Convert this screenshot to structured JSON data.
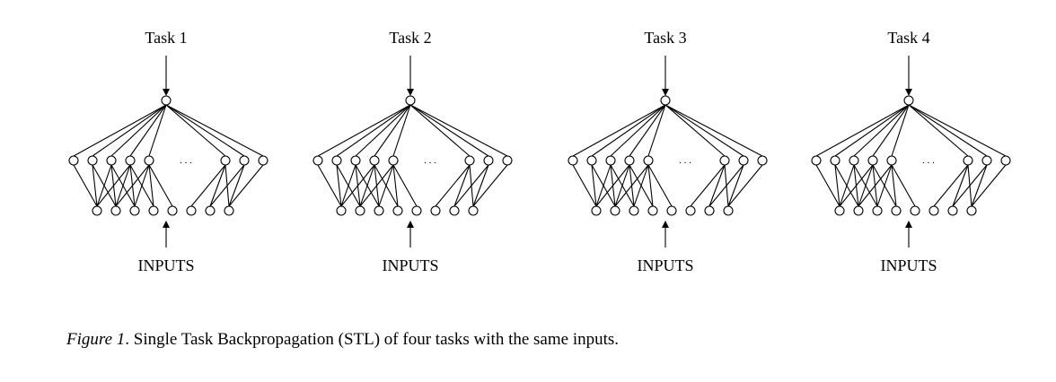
{
  "figure": {
    "networks": [
      {
        "task_label": "Task 1",
        "input_label": "INPUTS"
      },
      {
        "task_label": "Task 2",
        "input_label": "INPUTS"
      },
      {
        "task_label": "Task 3",
        "input_label": "INPUTS"
      },
      {
        "task_label": "Task 4",
        "input_label": "INPUTS"
      }
    ],
    "ellipsis": ". . .",
    "caption": {
      "lead": "Figure 1",
      "text": ". Single Task Backpropagation (STL) of four tasks with the same inputs."
    }
  }
}
